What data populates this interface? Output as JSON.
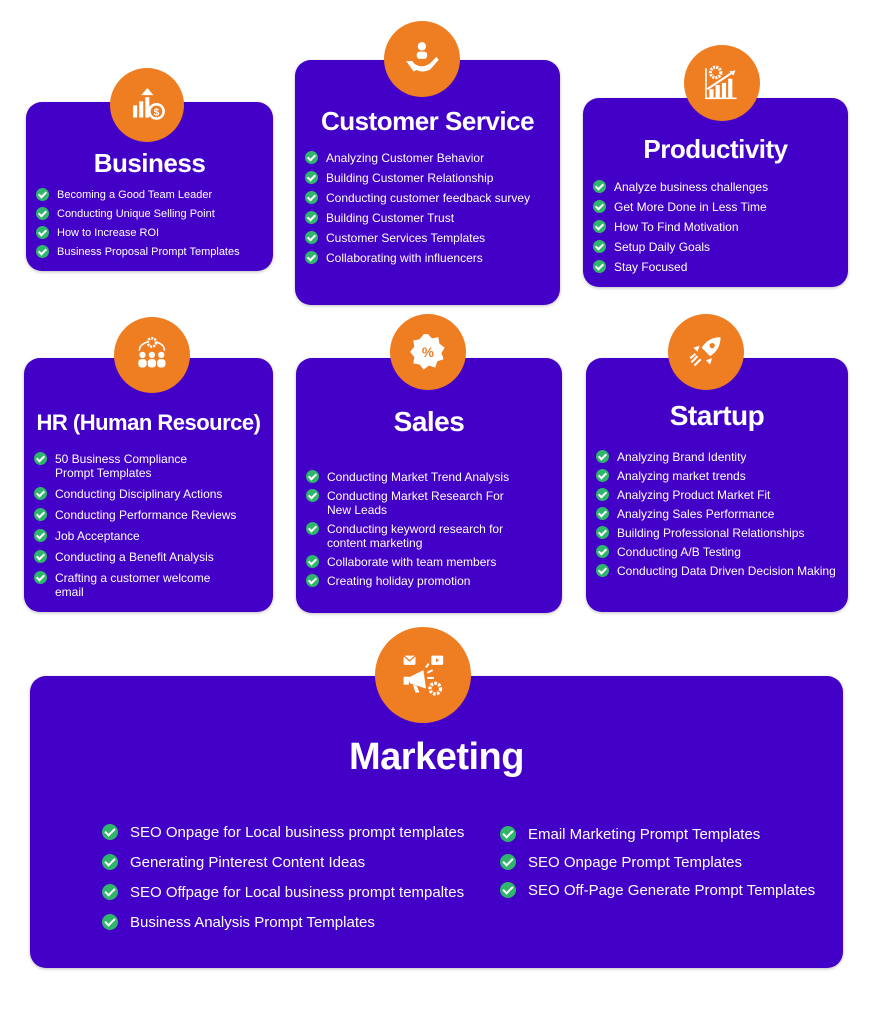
{
  "colors": {
    "card": "#4300c6",
    "icon_circle": "#ef7d22",
    "check": "#2fb56c"
  },
  "cards": {
    "business": {
      "icon": "chart-dollar-icon",
      "title": "Business",
      "items": [
        "Becoming a Good Team Leader",
        "Conducting Unique Selling Point",
        "How to Increase ROI",
        "Business Proposal Prompt Templates"
      ]
    },
    "customer_service": {
      "icon": "hand-person-icon",
      "title": "Customer Service",
      "items": [
        "Analyzing Customer Behavior",
        "Building Customer Relationship",
        "Conducting customer feedback survey",
        "Building Customer Trust",
        "Customer Services Templates",
        "Collaborating with influencers"
      ]
    },
    "productivity": {
      "icon": "gear-growth-chart-icon",
      "title": "Productivity",
      "items": [
        "Analyze business challenges",
        "Get More Done in Less Time",
        "How To Find Motivation",
        "Setup Daily Goals",
        "Stay Focused"
      ]
    },
    "hr": {
      "icon": "team-gear-icon",
      "title": "HR (Human Resource)",
      "items": [
        "50 Business Compliance Prompt Templates",
        "Conducting Disciplinary Actions",
        "Conducting Performance Reviews",
        "Job Acceptance",
        "Conducting a Benefit Analysis",
        "Crafting a customer welcome email"
      ]
    },
    "sales": {
      "icon": "percent-badge-icon",
      "title": "Sales",
      "items": [
        "Conducting Market Trend Analysis",
        "Conducting Market Research For New Leads",
        "Conducting keyword research for content marketing",
        "Collaborate with team members",
        "Creating holiday promotion"
      ]
    },
    "startup": {
      "icon": "rocket-icon",
      "title": "Startup",
      "items": [
        "Analyzing Brand Identity",
        "Analyzing market trends",
        "Analyzing Product Market Fit",
        "Analyzing Sales Performance",
        "Building Professional Relationships",
        "Conducting A/B Testing",
        "Conducting Data Driven Decision Making"
      ]
    },
    "marketing": {
      "icon": "megaphone-icon",
      "title": "Marketing",
      "left_items": [
        "SEO Onpage for Local business prompt templates",
        "Generating Pinterest Content Ideas",
        "SEO Offpage for Local business prompt tempaltes",
        "Business Analysis Prompt Templates"
      ],
      "right_items": [
        "Email Marketing Prompt Templates",
        "SEO Onpage Prompt Templates",
        "SEO Off-Page Generate Prompt Templates"
      ]
    }
  }
}
